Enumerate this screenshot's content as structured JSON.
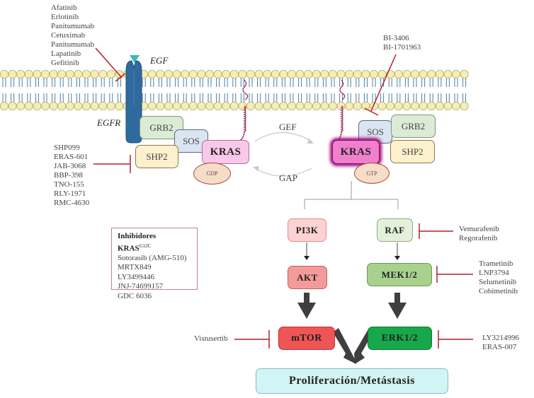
{
  "diagram": {
    "title": "KRAS signaling pathway and inhibitors",
    "colors": {
      "inhibitor_line": "#b3202a",
      "membrane_head": "#f5eeb5",
      "membrane_tail": "#4a7fa5",
      "egfr": "#2f6a9e",
      "egf_ligand": "#3bb8b8",
      "kras_fill": "#f3a7d9",
      "kras_active_glow": "#a0107a",
      "grb2_fill": "#dcebd5",
      "sos_fill": "#dbe5f2",
      "shp2_fill": "#fdf0cc",
      "pi3k_fill": "#fcd2d2",
      "akt_fill": "#f59a9a",
      "mtor_fill": "#ef5555",
      "raf_fill": "#e3f0da",
      "mek_fill": "#a8d18d",
      "erk_fill": "#16a84a",
      "outcome_fill": "#d2f4f5"
    },
    "receptor": {
      "ligand_label": "EGF",
      "receptor_label": "EGFR"
    },
    "egfr_inhibitors": [
      "Afatinib",
      "Erlotinib",
      "Panitumumab",
      "Cetuximab",
      "Panitumumab",
      "Lapatinib",
      "Gefitinib"
    ],
    "sos_inhibitors": [
      "BI-3406",
      "BI-1701963"
    ],
    "shp2_inhibitors": [
      "SHP099",
      "ERAS-601",
      "JAB-3068",
      "BBP-398",
      "TNO-155",
      "RLY-1971",
      "RMC-4630"
    ],
    "left_complex": {
      "grb2": "GRB2",
      "sos": "SOS",
      "shp2": "SHP2",
      "kras": "KRAS",
      "nucleotide": "GDP"
    },
    "right_complex": {
      "grb2": "GRB2",
      "sos": "SOS",
      "shp2": "SHP2",
      "kras": "KRAS",
      "nucleotide": "GTP"
    },
    "cycle": {
      "top_label": "GEF",
      "bottom_label": "GAP"
    },
    "kras_g12c_box": {
      "title": "Inhibidores KRAS",
      "title_sup": "G12C",
      "drugs": [
        "Sotorasib (AMG-510)",
        "MRTX849",
        "LY3499446",
        "JNJ-74699157",
        "GDC 6036"
      ]
    },
    "nodes": {
      "pi3k": "PI3K",
      "akt": "AKT",
      "mtor": "mTOR",
      "raf": "RAF",
      "mek": "MEK1/2",
      "erk": "ERK1/2",
      "outcome": "Proliferación/Metástasis"
    },
    "raf_inhibitors": [
      "Vemurafenib",
      "Regorafenib"
    ],
    "mek_inhibitors": [
      "Trametinib",
      "LNP3794",
      "Selumetinib",
      "Cobimetinib"
    ],
    "mtor_inhibitors": [
      "Vistusertib"
    ],
    "erk_inhibitors": [
      "LY3214996",
      "ERAS-007"
    ]
  }
}
